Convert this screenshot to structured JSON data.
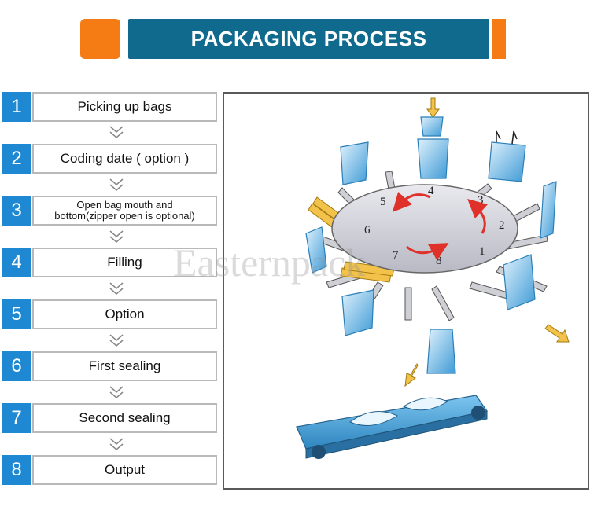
{
  "header": {
    "title": "PACKAGING PROCESS"
  },
  "steps": [
    {
      "number": "1",
      "label": "Picking up bags"
    },
    {
      "number": "2",
      "label": "Coding date ( option )"
    },
    {
      "number": "3",
      "label": "Open bag mouth and\nbottom(zipper open is optional)"
    },
    {
      "number": "4",
      "label": "Filling"
    },
    {
      "number": "5",
      "label": "Option"
    },
    {
      "number": "6",
      "label": "First sealing"
    },
    {
      "number": "7",
      "label": "Second sealing"
    },
    {
      "number": "8",
      "label": "Output"
    }
  ],
  "diagram": {
    "station_numbers": [
      "1",
      "2",
      "3",
      "4",
      "5",
      "6",
      "7",
      "8"
    ]
  },
  "watermark": "Easternpack",
  "colors": {
    "accent": "#f57b14",
    "title_bar": "#0f6a8d",
    "step_number": "#1e88d2",
    "rotation_arrow": "#e0302a",
    "bag_blue": "#5fb3e8"
  }
}
